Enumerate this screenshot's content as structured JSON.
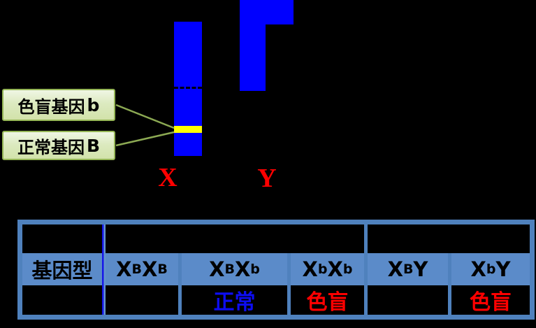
{
  "diagram": {
    "gene_labels": {
      "colorblind": {
        "text": "色盲基因",
        "allele": "b"
      },
      "normal": {
        "text": "正常基因",
        "allele": "B"
      }
    },
    "x_chromosome_label": "X",
    "y_chromosome_label": "Y",
    "colors": {
      "chromosome_fill": "#0000FF",
      "gene_band": "#FFFF00",
      "label_box_border": "#95B656",
      "label_box_fill": "#D2E2AA",
      "connector_line": "#8CA953",
      "chromosome_letter": "#FF0000"
    }
  },
  "table": {
    "row_label": "基因型",
    "columns": [
      {
        "genotype": {
          "b1": "X",
          "s1": "B",
          "b2": "X",
          "s2": "B"
        },
        "phenotype": ""
      },
      {
        "genotype": {
          "b1": "X",
          "s1": "B",
          "b2": "X",
          "s2": "b"
        },
        "phenotype": "正常"
      },
      {
        "genotype": {
          "b1": "X",
          "s1": "b",
          "b2": "X",
          "s2": "b"
        },
        "phenotype": "色盲"
      },
      {
        "genotype": {
          "b1": "X",
          "s1": "B",
          "b2": "Y",
          "s2": ""
        },
        "phenotype": ""
      },
      {
        "genotype": {
          "b1": "X",
          "s1": "b",
          "b2": "Y",
          "s2": ""
        },
        "phenotype": "色盲"
      }
    ],
    "colors": {
      "frame": "#4F81BD",
      "genotype_row_fill": "#5B8BC9",
      "column_divider_accent": "#1616E8",
      "phenotype_normal": "#0D0DF2",
      "phenotype_colorblind": "#FF0000",
      "cell_background": "#000000"
    }
  }
}
